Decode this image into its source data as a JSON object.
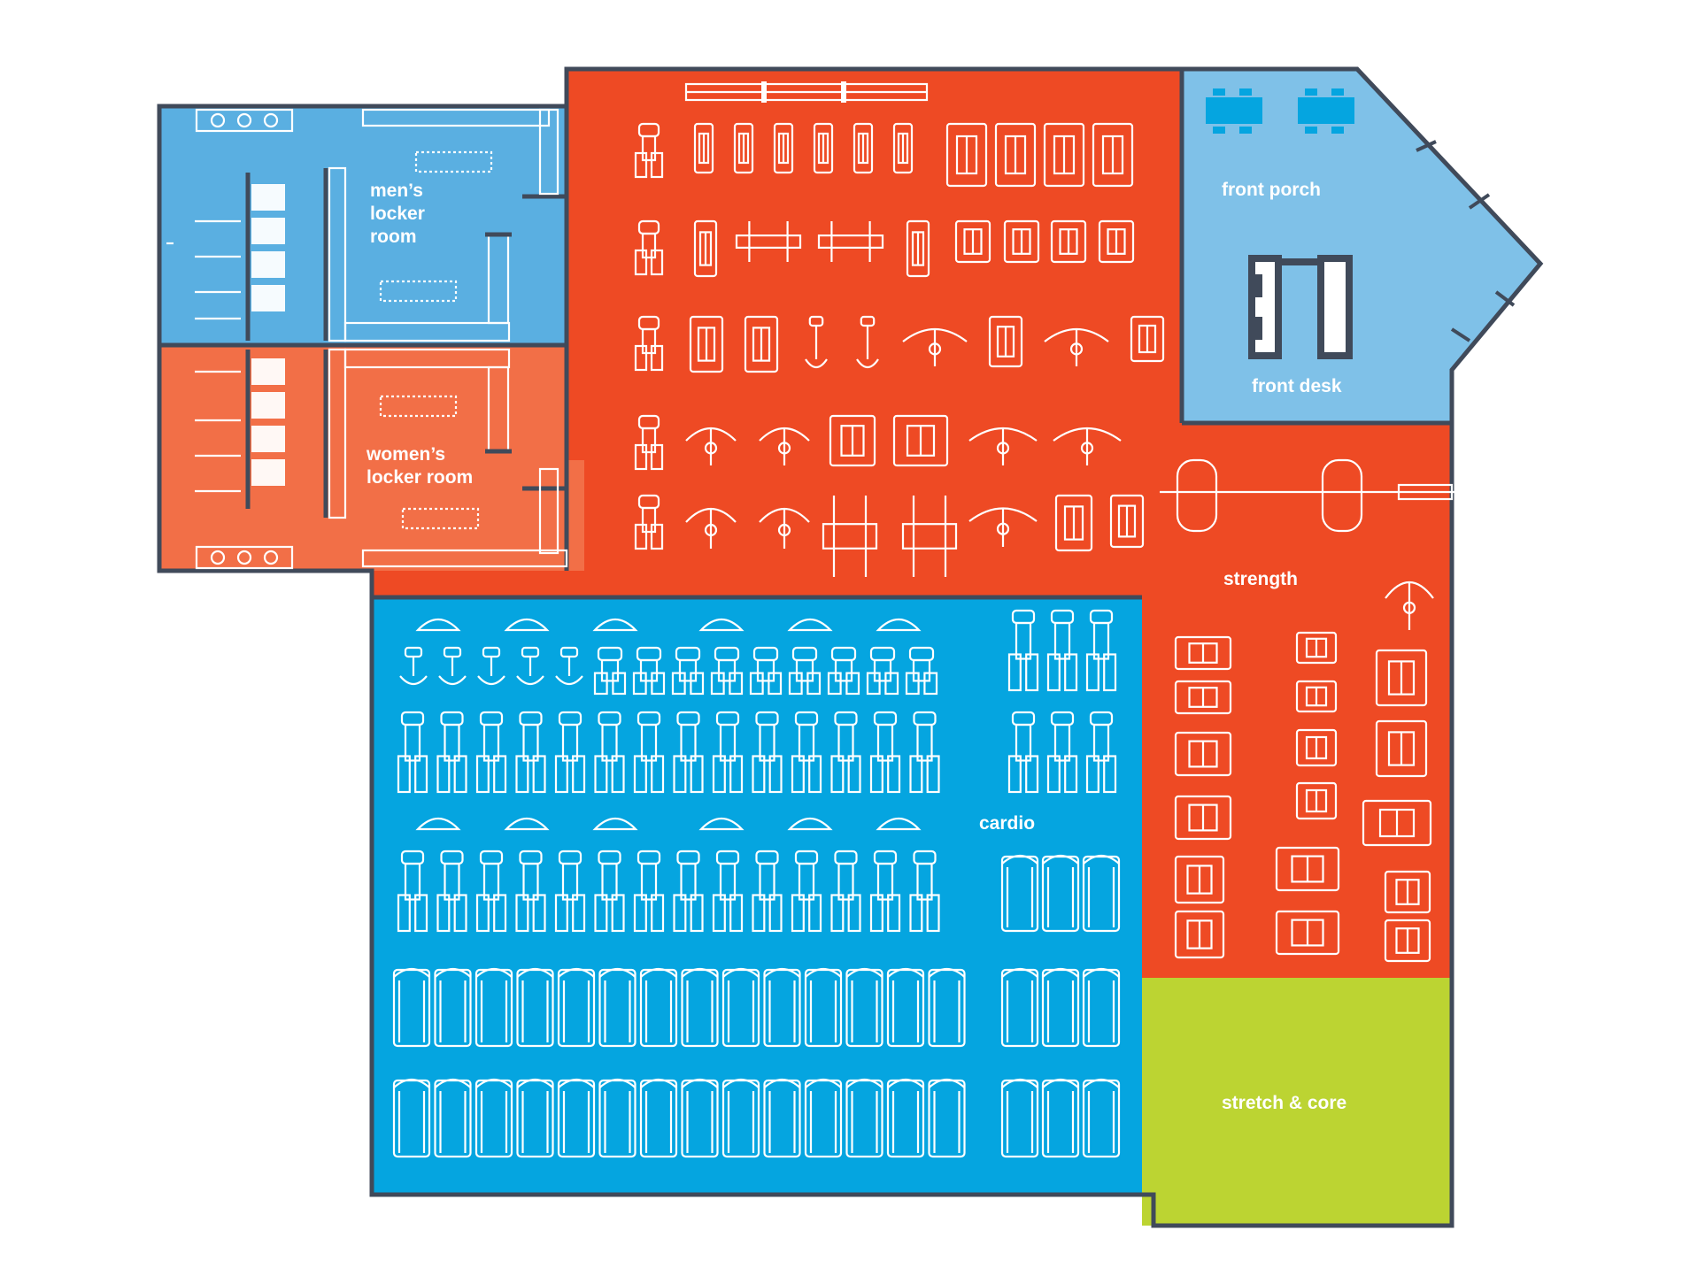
{
  "map": {
    "rooms": {
      "mens_locker": {
        "line1": "men’s",
        "line2": "locker",
        "line3": "room"
      },
      "womens_locker": {
        "line1": "women’s",
        "line2": "locker room"
      },
      "front_porch": {
        "label": "front porch"
      },
      "front_desk": {
        "label": "front desk"
      },
      "strength": {
        "label": "strength"
      },
      "cardio": {
        "label": "cardio"
      },
      "stretch_core": {
        "label": "stretch & core"
      }
    },
    "colors": {
      "mens_locker": "#5aafe1",
      "womens_locker": "#f26f47",
      "strength": "#ee4a24",
      "front_porch": "#7fc1e8",
      "cardio": "#05a5e0",
      "stretch_core": "#bcd432",
      "walls": "#404a5a",
      "equipment": "#ffffff"
    },
    "equipment_icons": [
      "treadmill-icon",
      "elliptical-icon",
      "stationary-bike-icon",
      "weight-bench-icon",
      "weight-machine-icon",
      "rack-icon",
      "table-icon",
      "locker-icon",
      "shower-icon",
      "sink-icon"
    ]
  }
}
